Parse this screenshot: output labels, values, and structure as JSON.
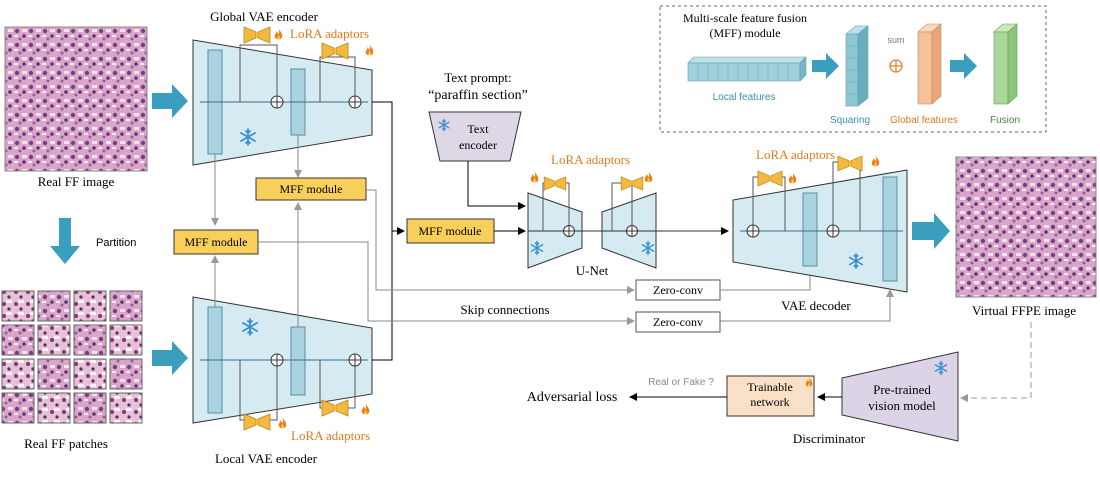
{
  "labels": {
    "real_ff_image": "Real FF image",
    "partition": "Partition",
    "real_ff_patches": "Real FF patches",
    "global_vae_encoder": "Global VAE encoder",
    "local_vae_encoder": "Local VAE encoder",
    "lora_adaptors": "LoRA adaptors",
    "mff_module": "MFF module",
    "text_prompt_line1": "Text prompt:",
    "text_prompt_line2": "“paraffin section”",
    "text_encoder_line1": "Text",
    "text_encoder_line2": "encoder",
    "unet": "U-Net",
    "vae_decoder": "VAE decoder",
    "zero_conv": "Zero-conv",
    "skip_connections": "Skip connections",
    "virtual_ffpe_image": "Virtual FFPE image",
    "adversarial_loss": "Adversarial  loss",
    "real_or_fake": "Real or Fake ?",
    "trainable_network_line1": "Trainable",
    "trainable_network_line2": "network",
    "pretrained_line1": "Pre-trained",
    "pretrained_line2": "vision model",
    "discriminator": "Discriminator"
  },
  "legend": {
    "title_line1": "Multi-scale feature fusion",
    "title_line2": "(MFF) module",
    "local_features": "Local features",
    "squaring": "Squaring",
    "sum": "sum",
    "global_features": "Global features",
    "fusion": "Fusion"
  },
  "icons": {
    "frozen": "snowflake-icon",
    "trainable": "flame-icon",
    "lora": "bowtie-adaptor-icon"
  },
  "colors": {
    "encoder_fill": "#d6eaf2",
    "mff_fill": "#f8cf5a",
    "teal_arrow": "#3a9fbf",
    "lora_orange": "#e07a1f",
    "squaring_fill": "#8ec7d4",
    "global_fill": "#f5c09a",
    "fusion_fill": "#a8d89a",
    "discriminator_fill": "#ddd3e6",
    "trainable_fill": "#fbe0c8",
    "text_encoder_fill": "#ddd7e6"
  }
}
